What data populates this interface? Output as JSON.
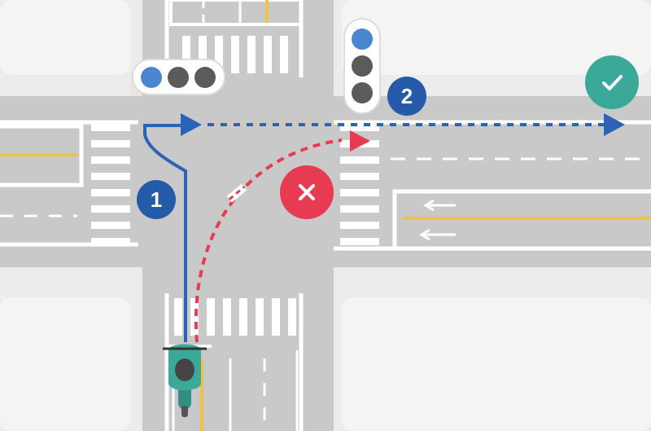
{
  "diagram": {
    "steps": [
      {
        "number": "1"
      },
      {
        "number": "2"
      }
    ],
    "markers": {
      "wrong_path": "cross-icon",
      "correct_path": "check-icon"
    },
    "signals": {
      "near_signal_lit": "blue",
      "far_signal_lit": "blue"
    },
    "colors": {
      "correct_path": "#2b63b6",
      "wrong_path": "#e63b50",
      "step_badge": "#245aa8",
      "check_badge": "#3aa99a",
      "cross_badge": "#e63b50",
      "road": "#c9c9c9",
      "curb": "#ffffff",
      "center_line": "#f0c24a",
      "rider": "#3aa99a"
    }
  }
}
